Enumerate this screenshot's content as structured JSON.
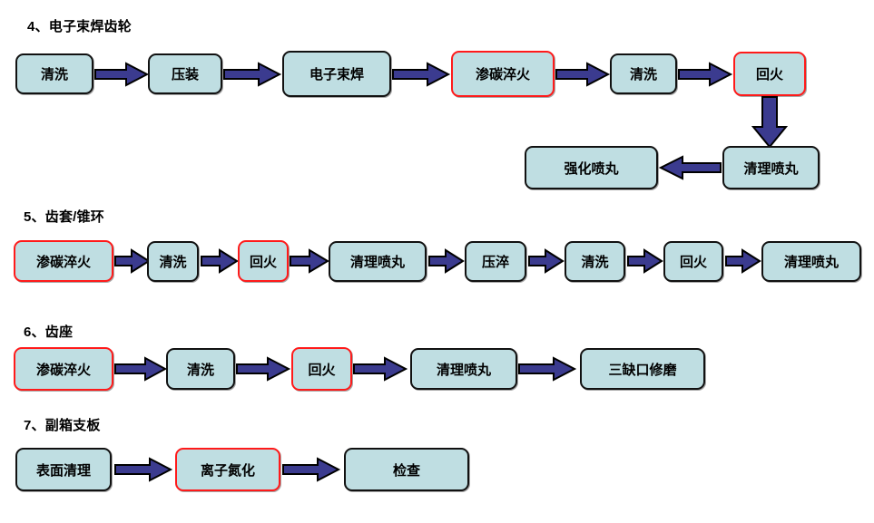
{
  "page": {
    "background": "#ffffff",
    "node_fill": "#bfdee2",
    "node_border": "#111111",
    "node_border_highlight": "#ff1a1a",
    "arrow_fill": "#3b3b8f",
    "arrow_outline": "#000000"
  },
  "sections": [
    {
      "id": "section-4",
      "title": "4、电子束焊齿轮",
      "nodes": [
        {
          "label": "清洗",
          "highlight": false
        },
        {
          "label": "压装",
          "highlight": false
        },
        {
          "label": "电子束焊",
          "highlight": false
        },
        {
          "label": "渗碳淬火",
          "highlight": true
        },
        {
          "label": "清洗",
          "highlight": false
        },
        {
          "label": "回火",
          "highlight": true
        },
        {
          "label": "清理喷丸",
          "highlight": false
        },
        {
          "label": "强化喷丸",
          "highlight": false
        }
      ]
    },
    {
      "id": "section-5",
      "title": "5、齿套/锥环",
      "nodes": [
        {
          "label": "渗碳淬火",
          "highlight": true
        },
        {
          "label": "清洗",
          "highlight": false
        },
        {
          "label": "回火",
          "highlight": true
        },
        {
          "label": "清理喷丸",
          "highlight": false
        },
        {
          "label": "压淬",
          "highlight": false
        },
        {
          "label": "清洗",
          "highlight": false
        },
        {
          "label": "回火",
          "highlight": false
        },
        {
          "label": "清理喷丸",
          "highlight": false
        }
      ]
    },
    {
      "id": "section-6",
      "title": "6、齿座",
      "nodes": [
        {
          "label": "渗碳淬火",
          "highlight": true
        },
        {
          "label": "清洗",
          "highlight": false
        },
        {
          "label": "回火",
          "highlight": true
        },
        {
          "label": "清理喷丸",
          "highlight": false
        },
        {
          "label": "三缺口修磨",
          "highlight": false
        }
      ]
    },
    {
      "id": "section-7",
      "title": "7、副箱支板",
      "nodes": [
        {
          "label": "表面清理",
          "highlight": false
        },
        {
          "label": "离子氮化",
          "highlight": true
        },
        {
          "label": "检查",
          "highlight": false
        }
      ]
    }
  ]
}
